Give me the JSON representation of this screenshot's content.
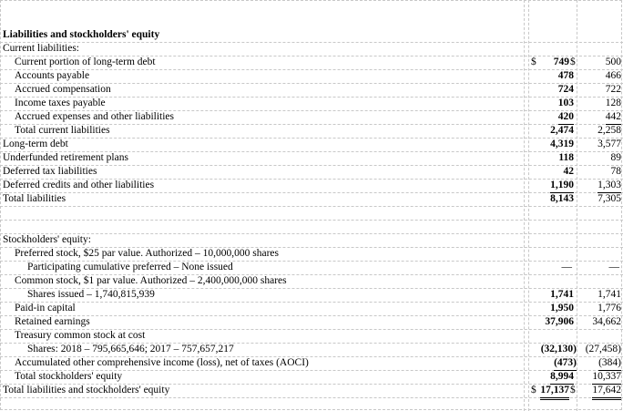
{
  "title": "Liabilities and stockholders' equity",
  "rows": [
    {
      "id": "current-liabilities-header",
      "label": "Current liabilities:",
      "v2018": "",
      "v2017": ""
    },
    {
      "id": "current-portion-ltd",
      "label": "Current portion of long-term debt",
      "dollar": "$",
      "v2018": "749",
      "mid_dollar": "$",
      "v2017": "500"
    },
    {
      "id": "accounts-payable",
      "label": "Accounts payable",
      "v2018": "478",
      "v2017": "466"
    },
    {
      "id": "accrued-compensation",
      "label": "Accrued compensation",
      "v2018": "724",
      "v2017": "722"
    },
    {
      "id": "income-taxes-payable",
      "label": "Income taxes payable",
      "v2018": "103",
      "v2017": "128"
    },
    {
      "id": "accrued-expenses",
      "label": "Accrued expenses and other liabilities",
      "v2018": "420",
      "v2017": "442"
    },
    {
      "id": "total-current-liabilities",
      "label": "Total current liabilities",
      "v2018": "2,474",
      "v2017": "2,258"
    },
    {
      "id": "long-term-debt",
      "label": "Long-term debt",
      "v2018": "4,319",
      "v2017": "3,577"
    },
    {
      "id": "underfunded-retirement",
      "label": "Underfunded retirement plans",
      "v2018": "118",
      "v2017": "89"
    },
    {
      "id": "deferred-tax",
      "label": "Deferred tax liabilities",
      "v2018": "42",
      "v2017": "78"
    },
    {
      "id": "deferred-credits",
      "label": "Deferred credits and other liabilities",
      "v2018": "1,190",
      "v2017": "1,303"
    },
    {
      "id": "total-liabilities",
      "label": "Total liabilities",
      "v2018": "8,143",
      "v2017": "7,305"
    },
    {
      "id": "blank-1",
      "label": "",
      "v2018": "",
      "v2017": ""
    },
    {
      "id": "stockholders-equity-header",
      "label": "Stockholders' equity:",
      "v2018": "",
      "v2017": ""
    },
    {
      "id": "preferred-stock",
      "label": "Preferred stock, $25 par value. Authorized – 10,000,000 shares",
      "v2018": "",
      "v2017": ""
    },
    {
      "id": "participating-preferred",
      "label": "Participating cumulative preferred – None issued",
      "v2018": "—",
      "v2017": "—"
    },
    {
      "id": "common-stock",
      "label": "Common stock, $1 par value. Authorized – 2,400,000,000 shares",
      "v2018": "",
      "v2017": ""
    },
    {
      "id": "shares-issued",
      "label": "Shares issued – 1,740,815,939",
      "v2018": "1,741",
      "v2017": "1,741"
    },
    {
      "id": "paid-in-capital",
      "label": "Paid-in capital",
      "v2018": "1,950",
      "v2017": "1,776"
    },
    {
      "id": "retained-earnings",
      "label": "Retained earnings",
      "v2018": "37,906",
      "v2017": "34,662"
    },
    {
      "id": "treasury-stock",
      "label": "Treasury common stock at cost",
      "v2018": "",
      "v2017": ""
    },
    {
      "id": "treasury-shares",
      "label": "Shares: 2018 – 795,665,646; 2017 – 757,657,217",
      "v2018": "(32,130)",
      "v2017": "(27,458)"
    },
    {
      "id": "aoci",
      "label": "Accumulated other comprehensive income (loss), net of taxes (AOCI)",
      "v2018": "(473)",
      "v2017": "(384)"
    },
    {
      "id": "total-stockholders-equity",
      "label": "Total stockholders' equity",
      "v2018": "8,994",
      "v2017": "10,337"
    },
    {
      "id": "total-liabilities-equity",
      "label": "Total liabilities and stockholders' equity",
      "dollar": "$",
      "v2018": "17,137",
      "mid_dollar": "$",
      "v2017": "17,642"
    }
  ]
}
